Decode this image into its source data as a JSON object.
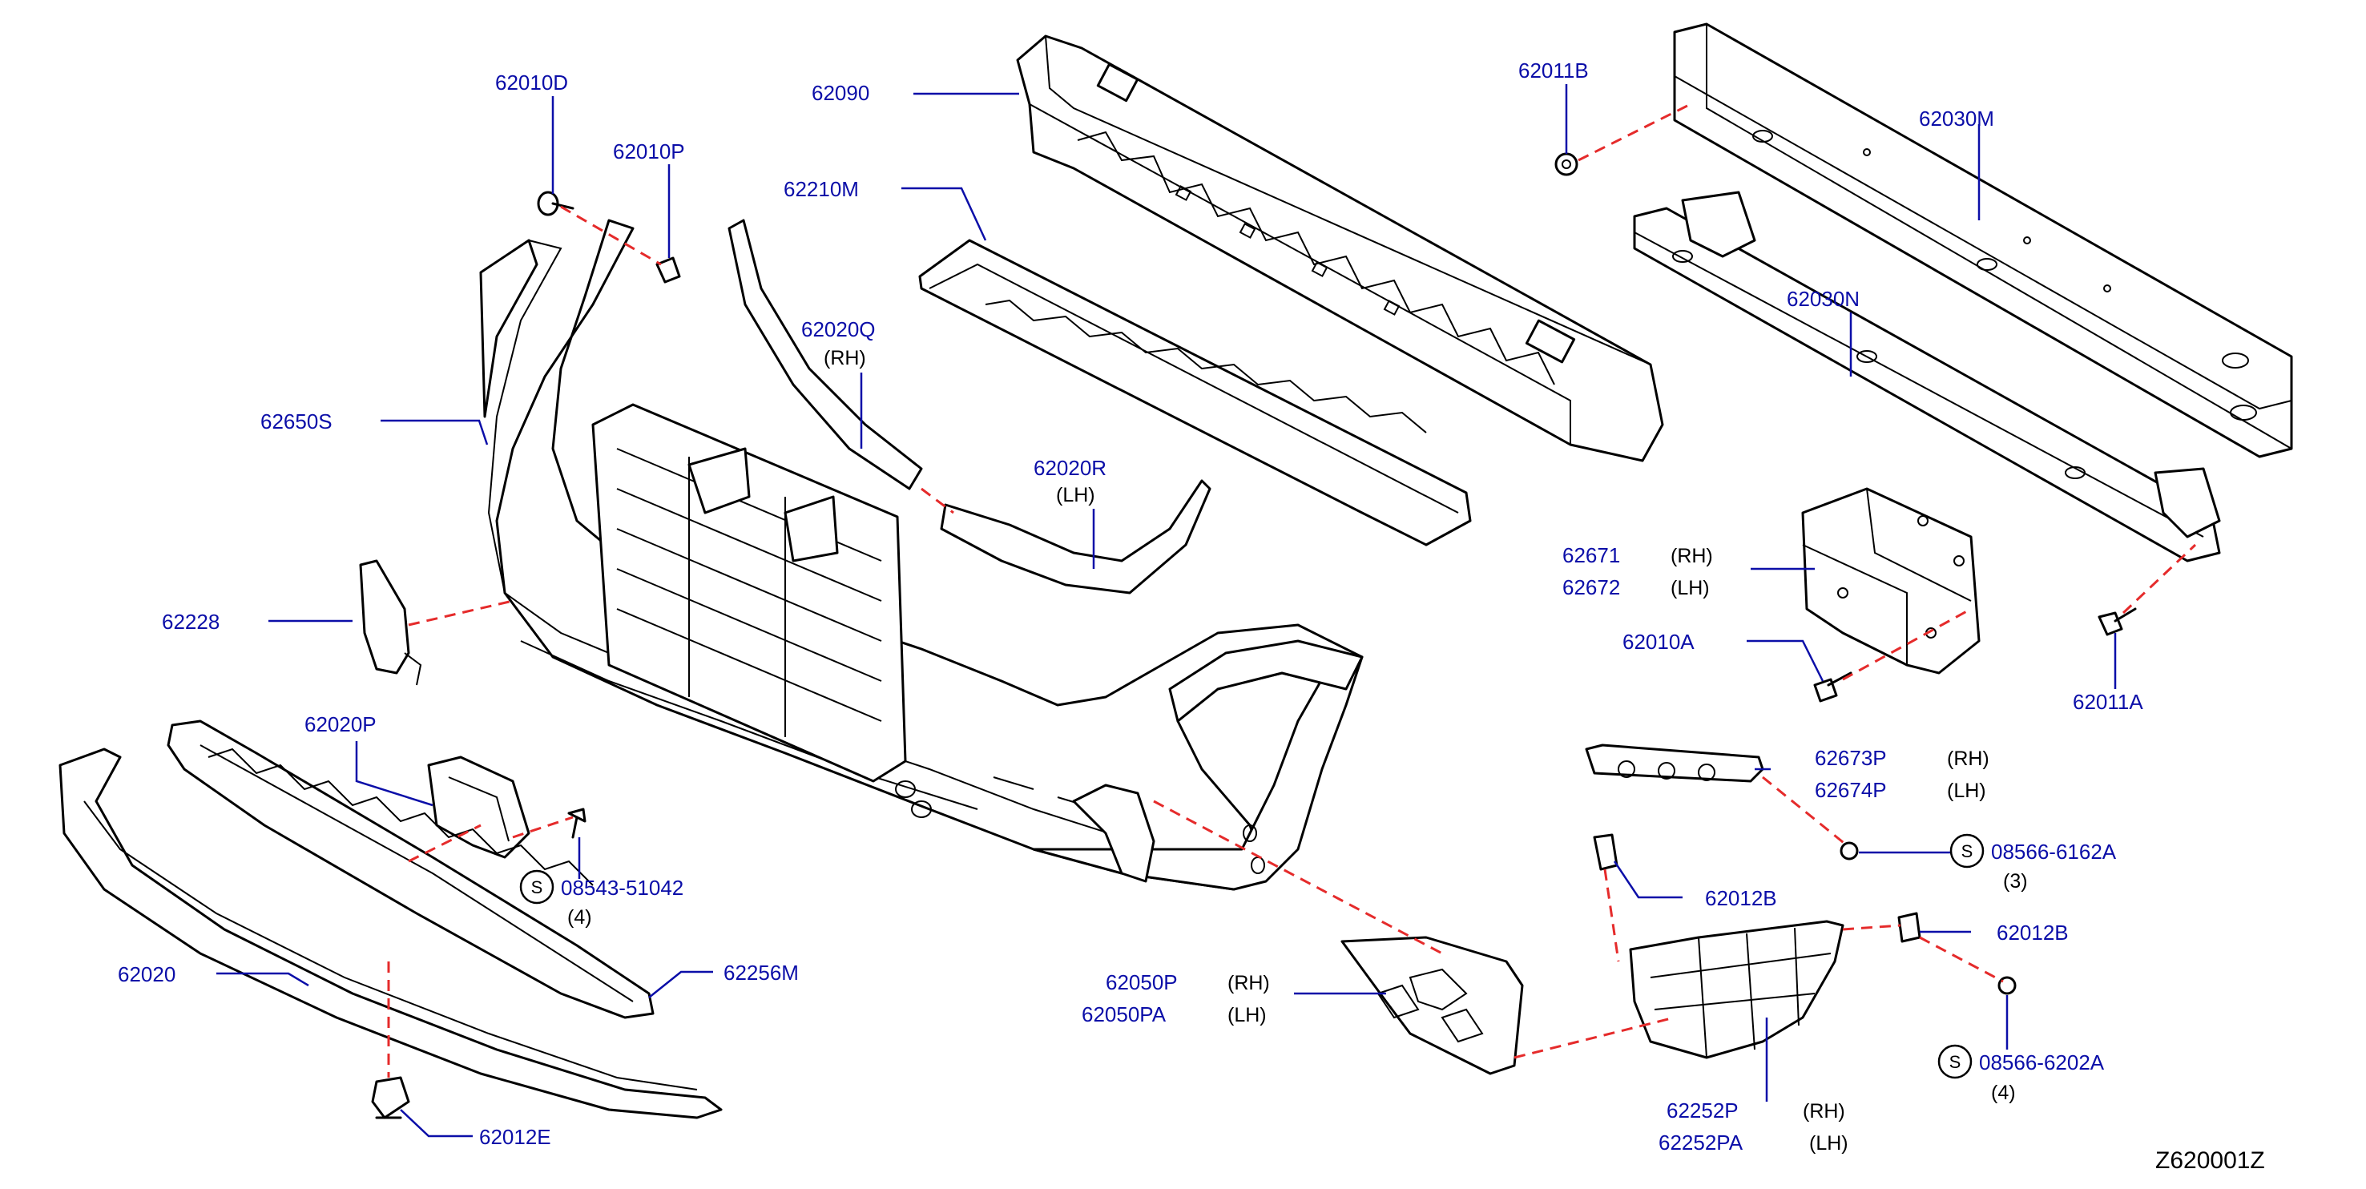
{
  "colors": {
    "label": "#0b0ea8",
    "leader": "#0b0ea8",
    "dash": "#e52b2b",
    "line": "#000000"
  },
  "labels": {
    "p62010D": "62010D",
    "p62010P": "62010P",
    "p62090": "62090",
    "p62210M": "62210M",
    "p62020Q": "62020Q",
    "p62020Q_note": "(RH)",
    "p62650S": "62650S",
    "p62020R": "62020R",
    "p62020R_note": "(LH)",
    "p62011B": "62011B",
    "p62030M": "62030M",
    "p62030N": "62030N",
    "p62671": "62671",
    "p62671_note": "(RH)",
    "p62672": "62672",
    "p62672_note": "(LH)",
    "p62010A": "62010A",
    "p62011A": "62011A",
    "p62228": "62228",
    "p62020P": "62020P",
    "p08543_51042": "08543-51042",
    "p08543_51042_qty": "(4)",
    "p62673P": "62673P",
    "p62673P_note": "(RH)",
    "p62674P": "62674P",
    "p62674P_note": "(LH)",
    "p08566_6162A": "08566-6162A",
    "p08566_6162A_qty": "(3)",
    "p62012B_a": "62012B",
    "p62012B_b": "62012B",
    "p62020": "62020",
    "p62256M": "62256M",
    "p62050P": "62050P",
    "p62050P_note": "(RH)",
    "p62050PA": "62050PA",
    "p62050PA_note": "(LH)",
    "p08566_6202A": "08566-6202A",
    "p08566_6202A_qty": "(4)",
    "p62012E": "62012E",
    "p62252P": "62252P",
    "p62252P_note": "(RH)",
    "p62252PA": "62252PA",
    "p62252PA_note": "(LH)",
    "s_symbol": "S",
    "diagram_code": "Z620001Z"
  }
}
